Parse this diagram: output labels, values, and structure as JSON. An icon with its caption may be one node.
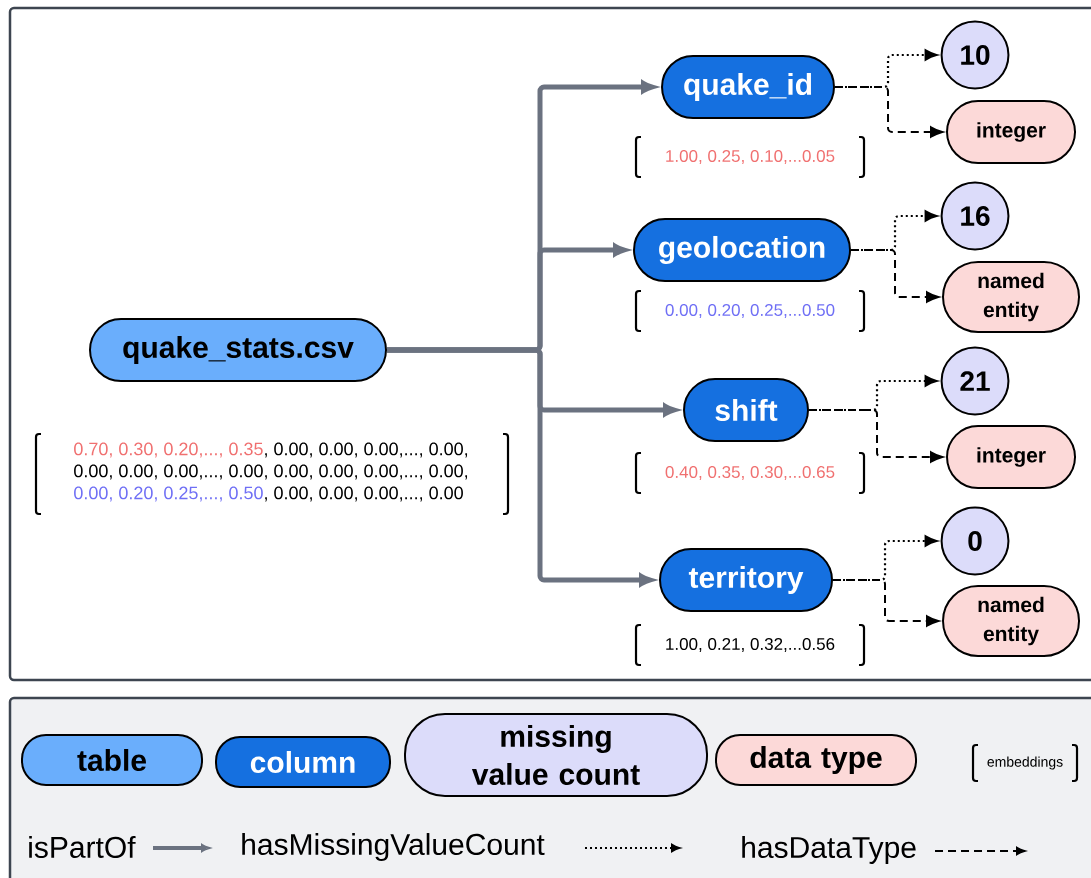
{
  "diagram": {
    "nodes": [
      {
        "text": [
          "quake_stats.csv"
        ],
        "beside": [
          "0.70, 0.30, 0.20,..., 0.35",
          ", 0.00, 0.00, 0.00,..., 0.00,",
          "0.00, 0.00, 0.00,..., 0.00, 0.00, 0.00, 0.00,..., 0.00,",
          "0.00, 0.20, 0.25,..., 0.50",
          ", 0.00, 0.00, 0.00,..., 0.00"
        ]
      },
      {
        "text": [
          "quake_id"
        ],
        "beside": [
          "1.00, 0.25, 0.10,...0.05"
        ]
      },
      {
        "text": [
          "10"
        ]
      },
      {
        "text": [
          "integer"
        ]
      },
      {
        "text": [
          "geolocation"
        ],
        "beside": [
          "0.00, 0.20, 0.25,...0.50"
        ]
      },
      {
        "text": [
          "16"
        ]
      },
      {
        "text": [
          "named entity"
        ]
      },
      {
        "text": [
          "shift"
        ],
        "beside": [
          "0.40, 0.35, 0.30,...0.65"
        ]
      },
      {
        "text": [
          "21"
        ]
      },
      {
        "text": [
          "integer"
        ]
      },
      {
        "text": [
          "territory"
        ],
        "beside": [
          "1.00, 0.21, 0.32,...0.56"
        ]
      },
      {
        "text": [
          "0"
        ]
      },
      {
        "text": [
          "named entity"
        ]
      }
    ],
    "edges": [
      {
        "from": 0,
        "to": 1,
        "arrow": "to",
        "style": "thick",
        "color": "#6b7280"
      },
      {
        "from": 0,
        "to": 4,
        "arrow": "to",
        "style": "thick",
        "color": "#6b7280"
      },
      {
        "from": 0,
        "to": 7,
        "arrow": "to",
        "style": "thick",
        "color": "#6b7280"
      },
      {
        "from": 0,
        "to": 10,
        "arrow": "to",
        "style": "thick",
        "color": "#6b7280"
      },
      {
        "from": 1,
        "to": 2,
        "arrow": "to",
        "style": "dashed"
      },
      {
        "from": 1,
        "to": 3,
        "arrow": "to",
        "style": "dashed"
      },
      {
        "from": 4,
        "to": 5,
        "arrow": "to",
        "style": "dashed"
      },
      {
        "from": 4,
        "to": 6,
        "arrow": "to",
        "style": "dashed"
      },
      {
        "from": 7,
        "to": 8,
        "arrow": "to",
        "style": "dashed"
      },
      {
        "from": 7,
        "to": 9,
        "arrow": "to",
        "style": "dashed"
      },
      {
        "from": 10,
        "to": 11,
        "arrow": "to",
        "style": "dashed"
      },
      {
        "from": 10,
        "to": 12,
        "arrow": "to",
        "style": "dashed"
      }
    ],
    "legend": [
      {
        "text": "table",
        "color": "#6aaefc"
      },
      {
        "text": "column",
        "color": "#1570e0"
      },
      {
        "text": "missing value count",
        "color": "#dcdcfa"
      },
      {
        "text": "data type",
        "color": "#fcd9d8"
      },
      {
        "text": "embeddings"
      },
      {
        "text": "isPartOf"
      },
      {
        "text": "hasMissingValueCount"
      },
      {
        "text": "hasDataType"
      }
    ]
  }
}
